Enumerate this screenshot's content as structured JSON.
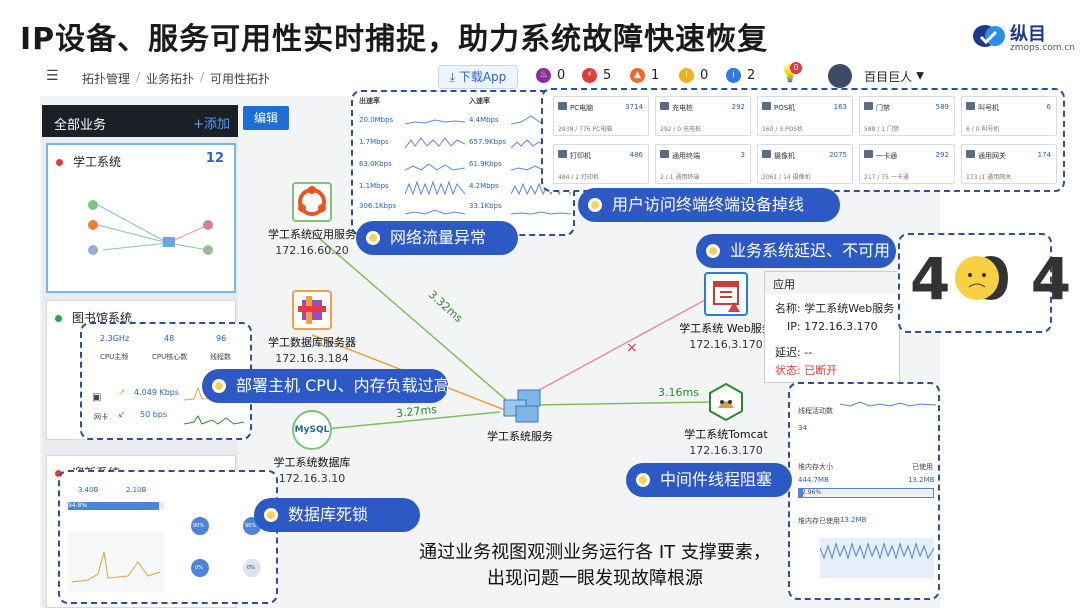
{
  "title": "IP设备、服务可用性实时捕捉，助力系统故障快速恢复",
  "brand": {
    "name": "纵目",
    "url": "zmops.com.cn",
    "color": "#1d3a8a"
  },
  "breadcrumb": [
    "拓扑管理",
    "业务拓扑",
    "可用性拓扑"
  ],
  "download_label": "下载App",
  "alerts": [
    {
      "icon": "fire-icon",
      "color": "#8b2d9b",
      "count": "0"
    },
    {
      "icon": "bolt-icon",
      "color": "#e03a3a",
      "count": "5"
    },
    {
      "icon": "alarm-icon",
      "color": "#ef6a2b",
      "count": "1"
    },
    {
      "icon": "warning-icon",
      "color": "#f2b01e",
      "count": "0"
    },
    {
      "icon": "info-icon",
      "color": "#2b7be0",
      "count": "2"
    }
  ],
  "notify_badge": "0",
  "user": "百目巨人",
  "left_panel": {
    "header": "全部业务",
    "add_label": "+添加",
    "edit_label": "编辑",
    "cards": [
      {
        "name": "学工系统",
        "count": "12",
        "dot": "#e03a3a"
      },
      {
        "name": "图书馆系统",
        "dot": "#21a84a"
      },
      {
        "name": "迎新系统",
        "dot": "#e03a3a"
      }
    ]
  },
  "nodes": {
    "app_server": {
      "label": "学工系统应用服务",
      "ip": "172.16.60.20"
    },
    "db_server": {
      "label": "学工数据库服务器",
      "ip": "172.16.3.184"
    },
    "database": {
      "label": "学工系统数据库",
      "ip": "172.16.3.10",
      "text": "MySQL"
    },
    "service": {
      "label": "学工系统服务"
    },
    "web": {
      "label": "学工系统 Web服务",
      "ip": "172.16.3.170"
    },
    "tomcat": {
      "label": "学工系统Tomcat",
      "ip": "172.16.3.170"
    }
  },
  "links": {
    "app": "3.32ms",
    "db": "3.27ms",
    "tomcat": "3.16ms"
  },
  "callouts": {
    "network": "网络流量异常",
    "terminal": "用户访问终端终端设备掉线",
    "latency": "业务系统延迟、不可用",
    "cpu": "部署主机 CPU、内存负载过高",
    "middleware": "中间件线程阻塞",
    "deadlock": "数据库死锁"
  },
  "app_card": {
    "title": "应用",
    "name_label": "名称:",
    "name": "学工系统Web服务",
    "ip_label": "IP:",
    "ip": "172.16.3.170",
    "delay_label": "延迟:",
    "delay": "--",
    "status_label": "状态:",
    "status": "已断开"
  },
  "traffic": {
    "header_out": "出速率",
    "header_in": "入速率",
    "rows": [
      [
        "20.0Mbps",
        "4.4Mbps"
      ],
      [
        "1.7Mbps",
        "657.9Kbps"
      ],
      [
        "63.0Kbps",
        "61.9Kbps"
      ],
      [
        "1.1Mbps",
        "4.2Mbps"
      ],
      [
        "306.1Kbps",
        "33.1Kbps"
      ]
    ]
  },
  "devices": [
    {
      "name": "PC电脑",
      "count": "3714",
      "sub": "2938 / 776 PC电脑"
    },
    {
      "name": "充电桩",
      "count": "292",
      "sub": "292 / 0 充电桩"
    },
    {
      "name": "POS机",
      "count": "163",
      "sub": "160 / 3 POS机"
    },
    {
      "name": "门禁",
      "count": "589",
      "sub": "588 / 1 门禁"
    },
    {
      "name": "叫号机",
      "count": "6",
      "sub": "6 / 0 叫号机"
    },
    {
      "name": "打印机",
      "count": "486",
      "sub": "484 / 2 打印机"
    },
    {
      "name": "通用终端",
      "count": "3",
      "sub": "2 / 1 通用终端"
    },
    {
      "name": "摄像机",
      "count": "2075",
      "sub": "2061 / 14 摄像机"
    },
    {
      "name": "一卡通",
      "count": "292",
      "sub": "217 / 75 一卡通"
    },
    {
      "name": "通用网关",
      "count": "174",
      "sub": "173 /1 通用网关"
    }
  ],
  "cpu_widget": {
    "ghz": "2.3GHz",
    "cores": "48",
    "threads": "96",
    "l1": "CPU主频",
    "l2": "CPU核心数",
    "l3": "线程数",
    "up": "4.049 Kbps",
    "down": "50 bps",
    "nic": "网卡"
  },
  "middleware_widget": {
    "thread_label": "线程活动数",
    "thread_value": "34",
    "mem_label": "堆内存大小",
    "mem_used_label": "已使用",
    "mem_total": "444.7MB",
    "mem_used": "13.2MB",
    "mem_pct": "2.96%",
    "mem_fraction": 0.0296,
    "heap_label": "堆内存已使用",
    "heap_value": "13.2MB"
  },
  "db_widget": {
    "a": "3.40B",
    "b": "2.10B",
    "pct": "94.8%",
    "gauge_a": "90%",
    "gauge_b": "96%",
    "gauge_c": "0%",
    "gauge_d": "0%"
  },
  "error_404": "404",
  "bottom_text": [
    "通过业务视图观测业务运行各 IT 支撑要素，",
    "出现问题一眼发现故障根源"
  ]
}
